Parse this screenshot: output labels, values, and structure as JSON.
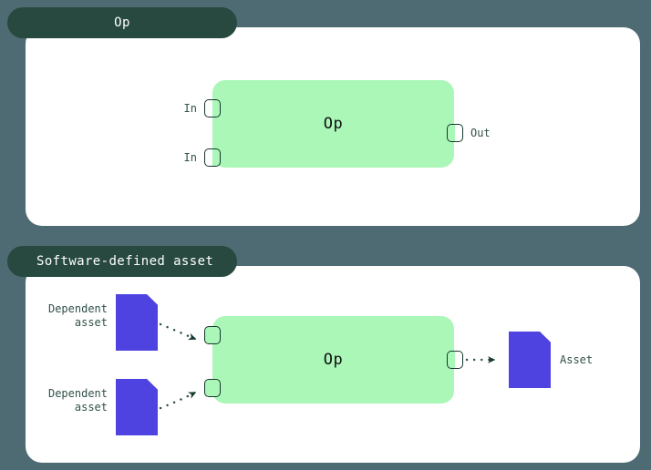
{
  "theme": {
    "background": "#4e6a72",
    "panel_bg": "#ffffff",
    "tab_bg": "#27493f",
    "tab_text": "#ffffff",
    "op_fill": "#aaf7b8",
    "asset_fill": "#4e42e0",
    "stroke": "#16372e",
    "label_text": "#31504a"
  },
  "panels": [
    {
      "tab_label": "Op",
      "op": {
        "label": "Op"
      },
      "input_ports": [
        {
          "label": "In"
        },
        {
          "label": "In"
        }
      ],
      "output_ports": [
        {
          "label": "Out"
        }
      ],
      "assets": [],
      "output_assets": []
    },
    {
      "tab_label": "Software-defined asset",
      "op": {
        "label": "Op"
      },
      "input_ports": [
        {
          "label": ""
        },
        {
          "label": ""
        }
      ],
      "output_ports": [
        {
          "label": ""
        }
      ],
      "assets": [
        {
          "label": "Dependent\nasset"
        },
        {
          "label": "Dependent\nasset"
        }
      ],
      "output_assets": [
        {
          "label": "Asset"
        }
      ]
    }
  ]
}
